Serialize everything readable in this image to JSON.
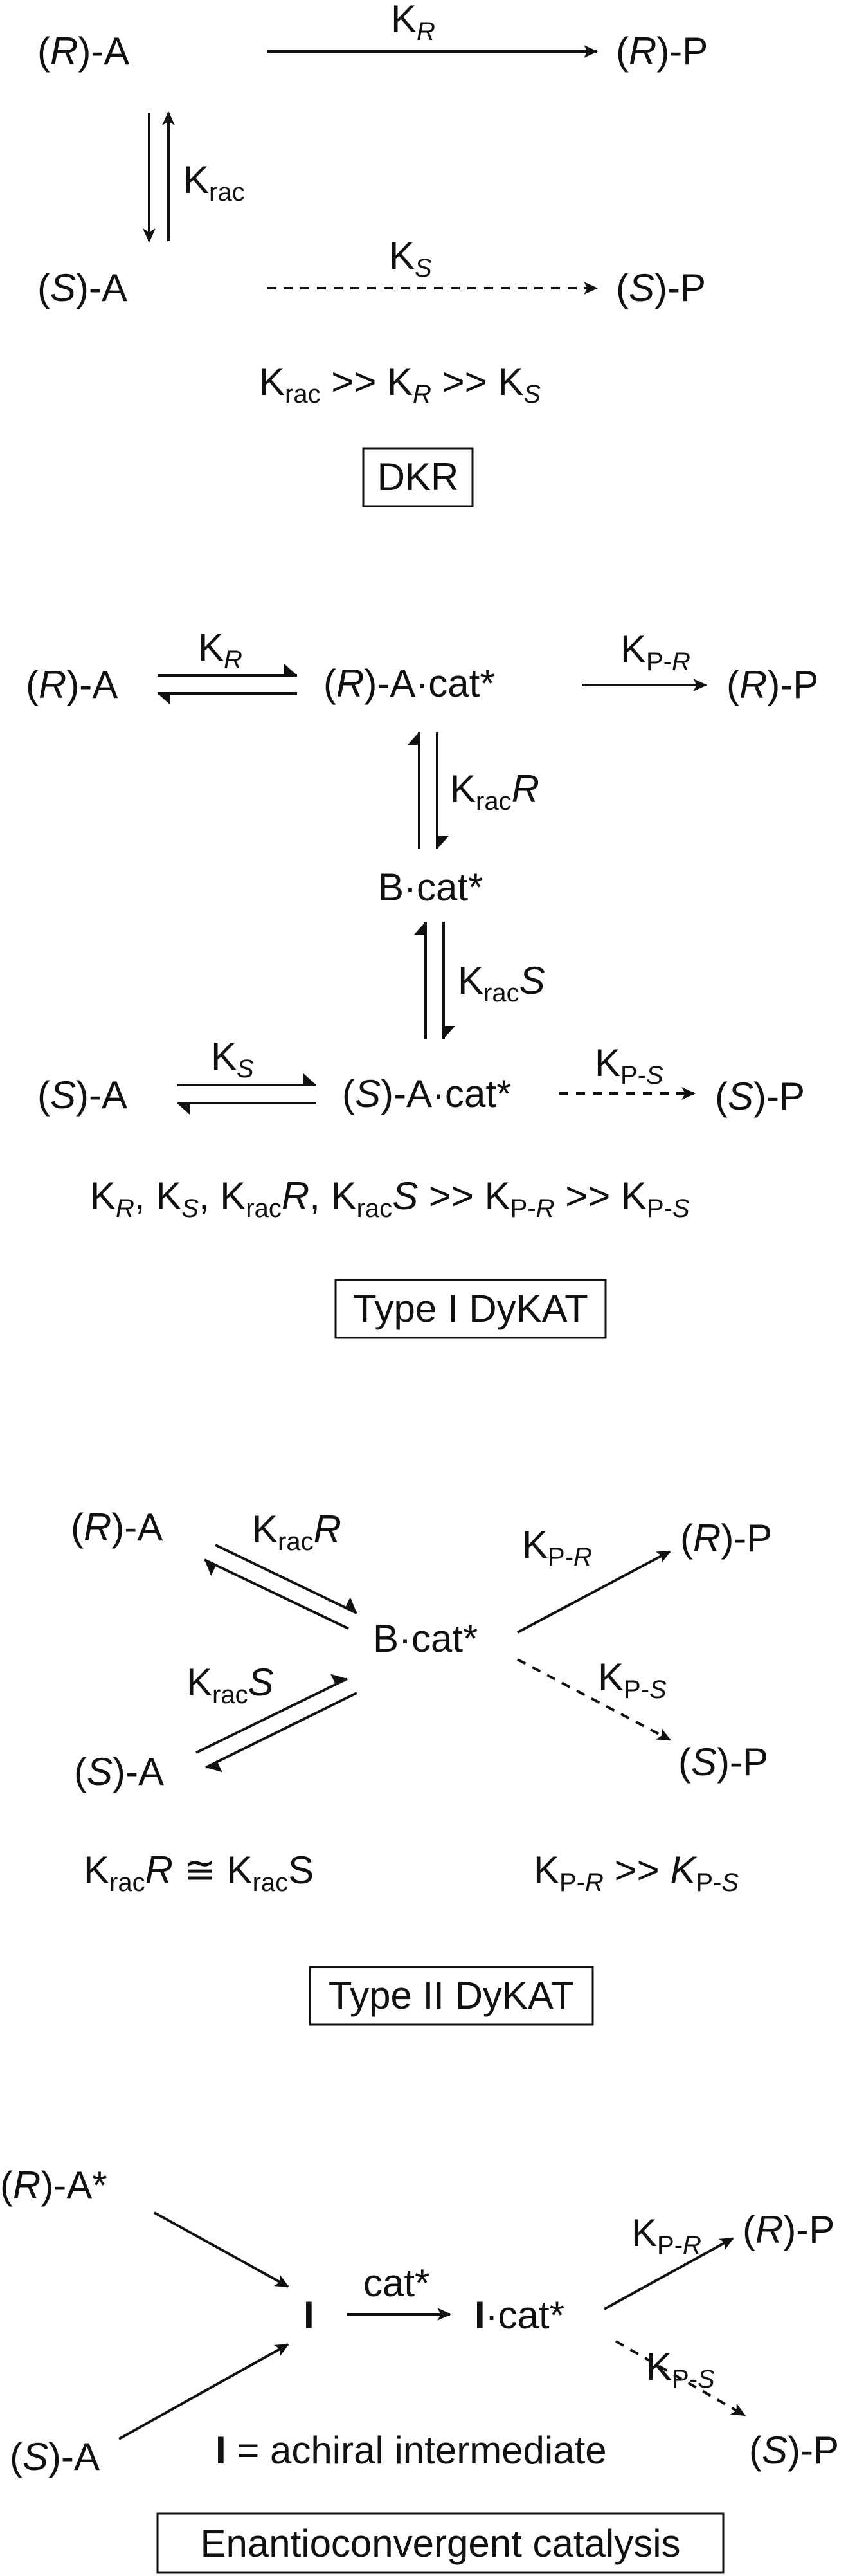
{
  "dkr": {
    "species": {
      "ra": [
        "(",
        "R",
        ")-A"
      ],
      "rp": [
        "(",
        "R",
        ")-P"
      ],
      "sa": [
        "(",
        "S",
        ")-A"
      ],
      "sp": [
        "(",
        "S",
        ")-P"
      ]
    },
    "rates": {
      "kr": [
        "K",
        "R"
      ],
      "krac": [
        "K",
        "rac"
      ],
      "ks": [
        "K",
        "S"
      ]
    },
    "condition": [
      "K",
      "rac",
      " >> K",
      "R",
      " >> K",
      "S"
    ],
    "label": "DKR"
  },
  "type1": {
    "species": {
      "ra": [
        "(",
        "R",
        ")-A"
      ],
      "racat": [
        "(",
        "R",
        ")-A·cat*"
      ],
      "rp": [
        "(",
        "R",
        ")-P"
      ],
      "bcat": "B·cat*",
      "sa": [
        "(",
        "S",
        ")-A"
      ],
      "sacat": [
        "(",
        "S",
        ")-A·cat*"
      ],
      "sp": [
        "(",
        "S",
        ")-P"
      ]
    },
    "rates": {
      "kr": [
        "K",
        "R"
      ],
      "kpr": [
        "K",
        "P-",
        "R"
      ],
      "kracr": [
        "K",
        "rac",
        "R"
      ],
      "kracs": [
        "K",
        "rac",
        "S"
      ],
      "ks": [
        "K",
        "S"
      ],
      "kps": [
        "K",
        "P-",
        "S"
      ]
    },
    "condition": [
      "K",
      "R",
      ", K",
      "S",
      ", K",
      "rac",
      "R",
      ", K",
      "rac",
      "S",
      " >> K",
      "P-",
      "R",
      " >> K",
      "P-",
      "S"
    ],
    "label": "Type I DyKAT"
  },
  "type2": {
    "species": {
      "ra": [
        "(",
        "R",
        ")-A"
      ],
      "sa": [
        "(",
        "S",
        ")-A"
      ],
      "bcat": "B·cat*",
      "rp": [
        "(",
        "R",
        ")-P"
      ],
      "sp": [
        "(",
        "S",
        ")-P"
      ]
    },
    "rates": {
      "kracr": [
        "K",
        "rac",
        "R"
      ],
      "kracs": [
        "K",
        "rac",
        "S"
      ],
      "kpr": [
        "K",
        "P-",
        "R"
      ],
      "kps": [
        "K",
        "P-",
        "S"
      ]
    },
    "condition_left": [
      "K",
      "rac",
      "R",
      " ≅ K",
      "rac",
      "S"
    ],
    "condition_right": [
      "K",
      "P-",
      "R",
      " >> ",
      "K",
      "P-",
      "S"
    ],
    "label": "Type II DyKAT"
  },
  "enantio": {
    "species": {
      "ra": [
        "(",
        "R",
        ")-A*"
      ],
      "sa": [
        "(",
        "S",
        ")-A"
      ],
      "i": "I",
      "icat_bold": "I",
      "icat_rest": "·cat*",
      "rp": [
        "(",
        "R",
        ")-P"
      ],
      "sp": [
        "(",
        "S",
        ")-P"
      ]
    },
    "rates": {
      "cat": "cat*",
      "kpr": [
        "K",
        "P-",
        "R"
      ],
      "kps": [
        "K",
        "P-",
        "S"
      ]
    },
    "note_bold": "I",
    "note_rest": " = achiral intermediate",
    "label": "Enantioconvergent catalysis"
  },
  "colors": {
    "ink": "#111111",
    "background": "#ffffff"
  }
}
